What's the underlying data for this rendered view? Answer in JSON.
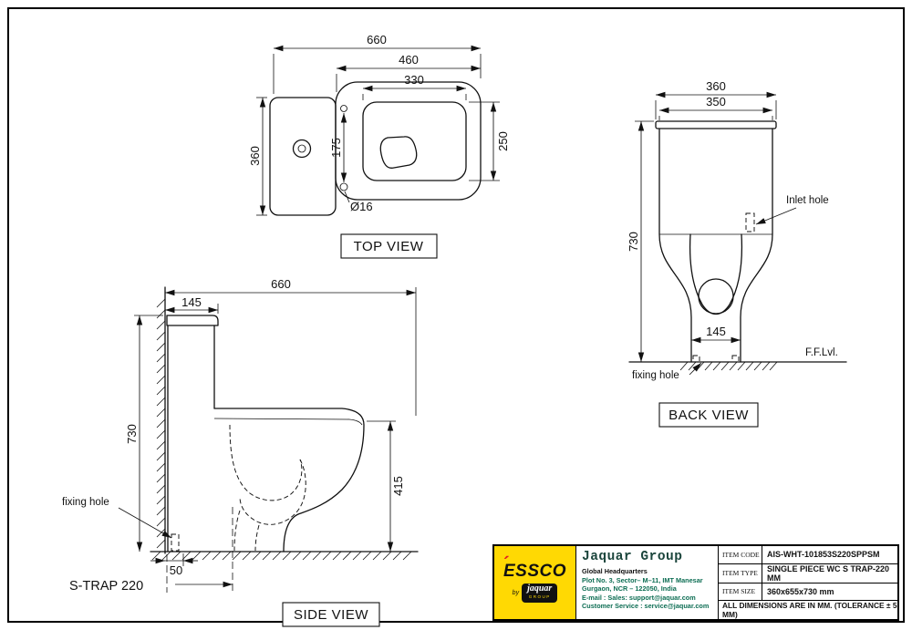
{
  "views": {
    "top": {
      "label": "TOP VIEW",
      "dim_overall_width": "660",
      "dim_seat_depth": "460",
      "dim_rim_length": "330",
      "dim_tank_width": "360",
      "dim_hole_spacing": "175",
      "dim_rim_width": "250",
      "dim_hole_diameter": "Ø16"
    },
    "side": {
      "label": "SIDE VIEW",
      "dim_overall_depth": "660",
      "dim_tank_depth": "145",
      "dim_height": "730",
      "dim_rim_height": "415",
      "dim_hole_offset": "50",
      "fixing_hole_label": "fixing hole",
      "trap_label": "S-TRAP 220"
    },
    "back": {
      "label": "BACK VIEW",
      "dim_lid_width": "360",
      "dim_tank_width": "350",
      "dim_height": "730",
      "dim_foot_width": "145",
      "inlet_hole_label": "Inlet hole",
      "floor_level_label": "F.F.Lvl.",
      "fixing_hole_label": "fixing hole"
    }
  },
  "title_block": {
    "company": "Jaquar Group",
    "logo": {
      "accent": "´",
      "text": "ESSCO",
      "by": "by",
      "brand": "jaquar",
      "group": "GROUP"
    },
    "address_lines": [
      "Global Headquarters",
      "Plot No. 3, Sector– M–11, IMT Manesar",
      "Gurgaon, NCR – 122050, India",
      "E-mail : Sales: support@jaquar.com",
      "Customer Service : service@jaquar.com"
    ],
    "rows": [
      {
        "label": "ITEM CODE",
        "value": "AIS-WHT-101853S220SPPSM"
      },
      {
        "label": "ITEM TYPE",
        "value": "SINGLE PIECE WC S TRAP-220 MM"
      },
      {
        "label": "ITEM SIZE",
        "value": "360x655x730 mm"
      }
    ],
    "note": "ALL DIMENSIONS ARE IN MM. (TOLERANCE ± 5 MM)"
  },
  "colors": {
    "logo_bg": "#FFD903",
    "logo_accent": "#E31E24",
    "brand_green": "#0E6E54",
    "line": "#111111"
  }
}
